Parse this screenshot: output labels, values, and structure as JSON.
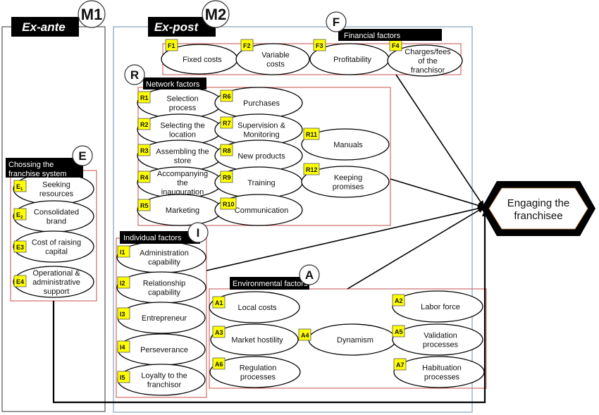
{
  "frames": {
    "m1": {
      "badge": "M1",
      "title": "Ex-ante"
    },
    "m2": {
      "badge": "M2",
      "title": "Ex-post"
    }
  },
  "colors": {
    "group_border": "#d06a6a",
    "m2_border": "#9fb3c8",
    "m1_border": "#555555",
    "tag_fill": "#ffff00",
    "header_fill": "#000000"
  },
  "groups": {
    "financial": {
      "badge": "F",
      "title": "Financial factors",
      "items": [
        {
          "code": "F1",
          "label": [
            "Fixed costs"
          ]
        },
        {
          "code": "F2",
          "label": [
            "Variable",
            "costs"
          ]
        },
        {
          "code": "F3",
          "label": [
            "Profitability"
          ]
        },
        {
          "code": "F4",
          "label": [
            "Charges/fees",
            "of the",
            "franchisor"
          ]
        }
      ]
    },
    "network": {
      "badge": "R",
      "title": "Network factors",
      "items": [
        {
          "code": "R1",
          "label": [
            "Selection",
            "process"
          ]
        },
        {
          "code": "R2",
          "label": [
            "Selecting the",
            "location"
          ]
        },
        {
          "code": "R3",
          "label": [
            "Assembling the",
            "store"
          ]
        },
        {
          "code": "R4",
          "label": [
            "Accompanying",
            "the",
            "inauguration"
          ]
        },
        {
          "code": "R5",
          "label": [
            "Marketing"
          ]
        },
        {
          "code": "R6",
          "label": [
            "Purchases"
          ]
        },
        {
          "code": "R7",
          "label": [
            "Supervision &",
            "Monitoring"
          ]
        },
        {
          "code": "R8",
          "label": [
            "New products"
          ]
        },
        {
          "code": "R9",
          "label": [
            "Training"
          ]
        },
        {
          "code": "R10",
          "label": [
            "Communication"
          ]
        },
        {
          "code": "R11",
          "label": [
            "Manuals"
          ]
        },
        {
          "code": "R12",
          "label": [
            "Keeping",
            "promises"
          ]
        }
      ]
    },
    "choosing": {
      "badge": "E",
      "title": [
        "Chossing the",
        "franchise system"
      ],
      "items": [
        {
          "code": "E",
          "sub": "1",
          "label": [
            "Seeking",
            "resources"
          ]
        },
        {
          "code": "E",
          "sub": "2",
          "label": [
            "Consolidated",
            "brand"
          ]
        },
        {
          "code": "E3",
          "sub": "",
          "label": [
            "Cost of raising",
            "capital"
          ]
        },
        {
          "code": "E4",
          "sub": "",
          "label": [
            "Operational &",
            "administrative",
            "support"
          ]
        }
      ]
    },
    "individual": {
      "badge": "I",
      "title": "Individual factors",
      "items": [
        {
          "code": "I1",
          "label": [
            "Administration",
            "capability"
          ]
        },
        {
          "code": "I2",
          "label": [
            "Relationship",
            "capability"
          ]
        },
        {
          "code": "I3",
          "label": [
            "Entrepreneur"
          ]
        },
        {
          "code": "I4",
          "label": [
            "Perseverance"
          ]
        },
        {
          "code": "I5",
          "label": [
            "Loyalty to the",
            "franchisor"
          ]
        }
      ]
    },
    "environmental": {
      "badge": "A",
      "title": "Environmental factors",
      "items": [
        {
          "code": "A1",
          "label": [
            "Local costs"
          ]
        },
        {
          "code": "A2",
          "label": [
            "Labor force"
          ]
        },
        {
          "code": "A3",
          "label": [
            "Market hostility"
          ]
        },
        {
          "code": "A4",
          "label": [
            "Dynamism"
          ]
        },
        {
          "code": "A5",
          "label": [
            "Validation",
            "processes"
          ]
        },
        {
          "code": "A6",
          "label": [
            "Regulation",
            "processes"
          ]
        },
        {
          "code": "A7",
          "label": [
            "Habituation",
            "processes"
          ]
        }
      ]
    }
  },
  "target": {
    "label": [
      "Engaging the",
      "franchisee"
    ]
  }
}
